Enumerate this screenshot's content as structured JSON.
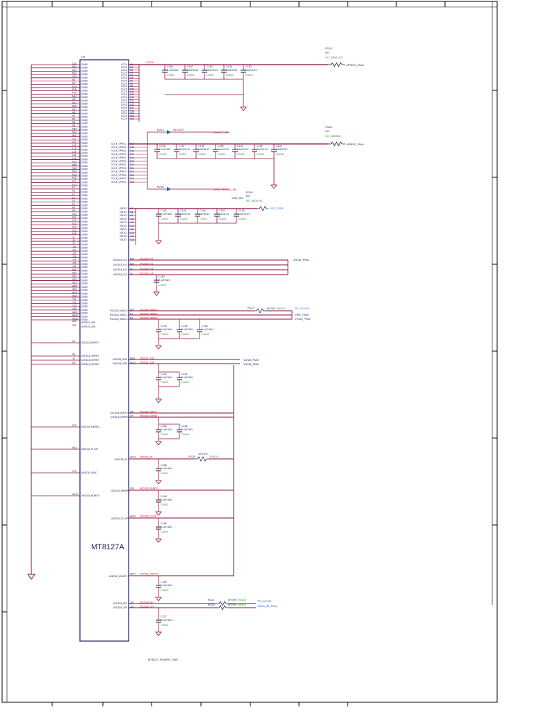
{
  "chip": {
    "designator": "U9",
    "part": "MT8127A",
    "gnd_net": "GNDK",
    "left_pins": [
      "D16",
      "M12",
      "N12",
      "N13",
      "C20",
      "H3",
      "M7",
      "P14",
      "P15",
      "P16",
      "M14",
      "M8",
      "N14",
      "N15",
      "M11",
      "M9",
      "N9",
      "N7",
      "N8",
      "P8",
      "M10",
      "N10",
      "N11",
      "L10",
      "L11",
      "L12",
      "L13",
      "L14",
      "L15",
      "L16",
      "M13",
      "M15",
      "M16",
      "N16",
      "P10",
      "P11",
      "P12",
      "P13",
      "P7",
      "P9",
      "L7",
      "L8",
      "L9",
      "K7",
      "K8",
      "K9",
      "K10",
      "K11",
      "K12",
      "K13",
      "K14",
      "K15",
      "K16",
      "J7",
      "J8",
      "J9",
      "J10",
      "J11",
      "J12",
      "J13",
      "J14",
      "J15",
      "J16",
      "H11",
      "H12",
      "H13",
      "W21",
      "W22",
      "W23",
      "W24",
      "W25",
      "W26",
      "Y21",
      "Y22",
      "Y23",
      "Y24",
      "AA21",
      "AA22",
      "AA23"
    ],
    "right_block_labels": [
      "VCCK",
      "VCCK",
      "VCCK",
      "VCCK",
      "VCCK",
      "VCCK",
      "VCCK",
      "VCCK",
      "VCCK",
      "VCCK",
      "VCCK",
      "VCCK",
      "VCCK",
      "VCCK",
      "VCCK",
      "VCCK",
      "VCCK",
      "VCCK",
      "VCCK",
      "VCCK",
      "VCCK"
    ],
    "extra_left": [
      {
        "pin": "A20",
        "label": "AVSS33_USB"
      },
      {
        "pin": "A21",
        "label": "AVSS33_USB"
      },
      {
        "pin": "U9",
        "label": "DVDD18_MIPITX"
      },
      {
        "pin": "R8",
        "label": "DVDD18_MIPIRX"
      },
      {
        "pin": "J8",
        "label": "DVDD18_MIPIRX"
      },
      {
        "pin": "K8",
        "label": "DVDD18_MIPIRX"
      },
      {
        "pin": "P15",
        "label": "AVDD18_MEMPLL"
      },
      {
        "pin": "W14",
        "label": "AVDD18_PLLGP"
      },
      {
        "pin": "P16",
        "label": "AVSS18_VDAC"
      },
      {
        "pin": "AD12",
        "label": "AVDD18_HDMITX"
      }
    ]
  },
  "vccore": {
    "net": "VCCK",
    "res": {
      "ref": "R176",
      "value": "NC",
      "label": "NC_0805_NC"
    },
    "out": "VPROC_PMU",
    "caps": [
      {
        "ref": "C136",
        "value": "0.1uF/16V",
        "pkg": "C0402"
      },
      {
        "ref": "C140",
        "value": "10uF/6.3V",
        "pkg": "C0402"
      },
      {
        "ref": "C152",
        "value": "10uF/6.3V",
        "pkg": "C0402"
      },
      {
        "ref": "C138",
        "value": "10uF/6.3V",
        "pkg": "C0402"
      },
      {
        "ref": "C150",
        "value": "10uF/6.3V",
        "pkg": "C0402"
      }
    ]
  },
  "vcc_vproc": {
    "res": {
      "ref": "R183",
      "value": "NC",
      "label": "NC_0805NC"
    },
    "out": "VPROC_PMU",
    "fb_ref": "R214",
    "fb_net": "NEGDIF",
    "fb_label": "VPROC_FB",
    "gnd_fb_ref": "R216",
    "gnd_fb_label": "GND_VPROC_FB",
    "pin_labels": [
      "VCCK_VPROC",
      "VCCK_VPROC",
      "VCCK_VPROC",
      "VCCK_VPROC",
      "VCCK_VPROC",
      "VCCK_VPROC",
      "VCCK_VPROC",
      "VCCK_VPROC",
      "VCCK_VPROC",
      "VCCK_VPROC",
      "VCCK_VPROC",
      "VCCK_VPROC"
    ],
    "caps": [
      {
        "ref": "C155",
        "value": "0.1uF/16V",
        "pkg": "C0402"
      },
      {
        "ref": "C157",
        "value": "10uF/6.3V",
        "pkg": "C0402"
      },
      {
        "ref": "C158",
        "value": "10uF/6.3V",
        "pkg": "C0402"
      },
      {
        "ref": "C160",
        "value": "10uF/6.3V",
        "pkg": "C0402"
      },
      {
        "ref": "C162",
        "value": "10uF/6.3V",
        "pkg": "C0402"
      },
      {
        "ref": "C165",
        "value": "10uF/6.3V",
        "pkg": "C0402"
      },
      {
        "ref": "C153",
        "value": "10uF/6.3V",
        "pkg": "C0402"
      }
    ]
  },
  "vcc_sram": {
    "net": "VDD_SM",
    "res": {
      "ref": "R193",
      "value": "NC",
      "label": "NC_0805 NC"
    },
    "out": "VCC_DDR",
    "pin_labels": [
      "VDDIO",
      "VDDIO",
      "VDDIO",
      "VDDIO",
      "VDDIO",
      "VDDIO",
      "VDDIO",
      "VDDIO",
      "VDDIO",
      "VDDIO"
    ],
    "caps": [
      {
        "ref": "C142",
        "value": "0.1uF/16V",
        "pkg": "C0402"
      },
      {
        "ref": "C145",
        "value": "1uF/6.3V",
        "pkg": "C0402"
      },
      {
        "ref": "C144",
        "value": "1uF/6.3V",
        "pkg": "C0402"
      },
      {
        "ref": "C151",
        "value": "1uF/6.3V",
        "pkg": "C0402"
      },
      {
        "ref": "C139",
        "value": "10uF/6.3V",
        "pkg": "C0402"
      }
    ]
  },
  "dvdd18_io": {
    "out": "VIO18_PMU",
    "pins": [
      {
        "pin": "M24",
        "label": "DVDD18_IO1",
        "net": "DVDD18_IO1"
      },
      {
        "pin": "D26",
        "label": "DVDD18_IO1",
        "net": "DVDD18_IO2"
      },
      {
        "pin": "F1",
        "label": "DVDD18_IO2",
        "net": "DVDD18_IO3"
      },
      {
        "pin": "L4",
        "label": "DVDD18_IO3",
        "net": "DVDD18_IO4"
      }
    ],
    "cap": {
      "ref": "C180",
      "value": "0.1uF/16V",
      "pkg": "C0402"
    }
  },
  "dvdd33_msdc": {
    "res": {
      "ref": "R127",
      "value": "0R 5%",
      "pkg": "R0402"
    },
    "tp": "TP_VCCIO",
    "out1": "VMC_PMU",
    "out2": "VIO33_PMU",
    "pins": [
      {
        "pin": "E24",
        "label": "DVDD33_MSDC0",
        "net": "DVDD33_MSDC0"
      },
      {
        "pin": "P1",
        "label": "DVDD33_MSDC1",
        "net": "DVDD33_MSDC1"
      },
      {
        "pin": "R4",
        "label": "DVDD33_MSDC2",
        "net": "DVDD33_MSDC2"
      }
    ],
    "caps": [
      {
        "ref": "C178",
        "value": "0.1uF/16V",
        "pkg": "C0402"
      },
      {
        "ref": "C159",
        "value": "0.1uF/16V",
        "pkg": "C0402"
      },
      {
        "ref": "C163",
        "value": "0.1uF/16V",
        "pkg": "C0402"
      }
    ]
  },
  "avdd33_usb": {
    "out1": "VUSB_PMU",
    "out2": "VIO18_PMU",
    "pins": [
      {
        "pin": "AB11",
        "label": "AVDD33_USB",
        "net": "AVDD33_USB"
      },
      {
        "pin": "AC10",
        "label": "AVDD18_USB",
        "net": "AVDD18_USB"
      }
    ],
    "caps": [
      {
        "ref": "C120",
        "value": "0.1uF/16V",
        "pkg": "C0402"
      },
      {
        "ref": "C119",
        "value": "0.1uF/16V",
        "pkg": "C0402"
      }
    ]
  },
  "dvdd18_mipi": {
    "pins": [
      {
        "pin": "W5",
        "label": "DVDD18_MIPITX",
        "net": "DVDD18_MIPITX"
      },
      {
        "pin": "U7",
        "label": "DVDD18_MIPIRX",
        "net": "DVDD18_MIPIRX"
      }
    ],
    "caps": [
      {
        "ref": "C184",
        "value": "0.1uF/16V",
        "pkg": "C0402"
      },
      {
        "ref": "C185",
        "value": "0.1uF/16V",
        "pkg": "C0402"
      }
    ]
  },
  "avdd18_ap": {
    "pin": {
      "pin": "AC10",
      "label": "AVDD18_AP",
      "net": "AVDD18_AP"
    },
    "res": {
      "ref": "R128",
      "value": "100 5%",
      "pkg": "R0402"
    },
    "cap": {
      "ref": "C153",
      "value": "0.1uF/16V",
      "pkg": "C0402"
    }
  },
  "avdd18_mempll": {
    "pin": {
      "pin": "G19",
      "label": "AVDD18_MEMPLL",
      "net": "AVDD18_MEMPLL"
    },
    "cap": {
      "ref": "C149",
      "value": "0.1uF/16V",
      "pkg": "C0402"
    }
  },
  "avdd18_pllgp": {
    "pin": {
      "pin": "AD16",
      "label": "AVDD18_PLLGP",
      "net": "AVDD18_PLLGP"
    },
    "cap": {
      "ref": "C186",
      "value": "0.1uF/16V",
      "pkg": "C0402"
    }
  },
  "avdd18_hdmitx": {
    "pin": {
      "pin": "AB14",
      "label": "AVDD18_HDMITX",
      "net": "AVDD18_HDMITX"
    },
    "cap": {
      "ref": "C189",
      "value": "0.1uF/16V",
      "pkg": "C0402"
    }
  },
  "dvdd28_bpi": {
    "pins": [
      {
        "pin": "J24",
        "label": "DVDD28_BPI",
        "net": "DVDD28_BPI"
      },
      {
        "pin": "J25",
        "label": "DVDD28_OPI",
        "net": "DVDD28_OPI"
      }
    ],
    "res1": {
      "ref": "R121",
      "value": "0R 5%",
      "pkg": "R0402"
    },
    "res2": {
      "ref": "R120",
      "value": "0R 5%",
      "pkg": "R0402"
    },
    "tp": "TP_VCC28",
    "out": "VGA0_28_PMU",
    "cap": {
      "ref": "C127",
      "value": "0.1uF/16V",
      "pkg": "C0402"
    }
  },
  "footer": {
    "sheet_name": "MT8127_POWER_GND"
  },
  "colors": {
    "wire": "#8b0a3c",
    "text": "#1a1a5a",
    "net_red": "#d21414",
    "pkg_green": "#1a9a1a",
    "tp_blue": "#1a5fd0",
    "frame": "#000000"
  }
}
